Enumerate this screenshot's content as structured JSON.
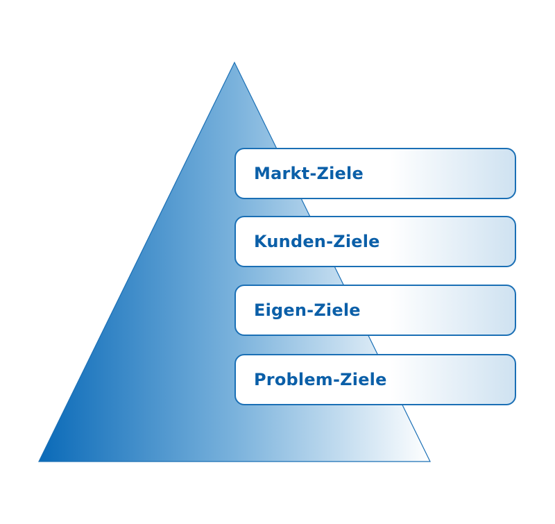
{
  "diagram": {
    "colors": {
      "pyramid_dark": "#0a6ab8",
      "pyramid_light": "#ffffff",
      "box_border": "#1a6fb5",
      "label_text": "#0b5fa8"
    },
    "levels": [
      {
        "label": "Markt-Ziele"
      },
      {
        "label": "Kunden-Ziele"
      },
      {
        "label": "Eigen-Ziele"
      },
      {
        "label": "Problem-Ziele"
      }
    ]
  }
}
